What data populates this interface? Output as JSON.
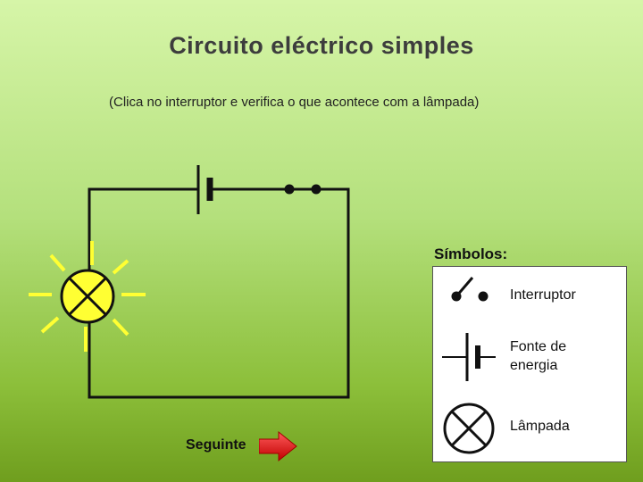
{
  "title": "Circuito eléctrico simples",
  "instruction": "(Clica no interruptor e verifica o que acontece com a lâmpada)",
  "legend": {
    "heading": "Símbolos:",
    "items": [
      {
        "label": "Interruptor",
        "icon": "switch-symbol-icon"
      },
      {
        "label": "Fonte de\nenergia",
        "icon": "battery-symbol-icon"
      },
      {
        "label": "Lâmpada",
        "icon": "lamp-symbol-icon"
      }
    ]
  },
  "navigation": {
    "next_label": "Seguinte",
    "next_icon": "red-arrow-right-icon"
  },
  "colors": {
    "lamp_fill": "#ffff33",
    "light_rays": "#ffff33",
    "wire": "#111111",
    "next_arrow": "#e01010"
  },
  "state": {
    "switch_closed": true,
    "lamp_on": true
  }
}
